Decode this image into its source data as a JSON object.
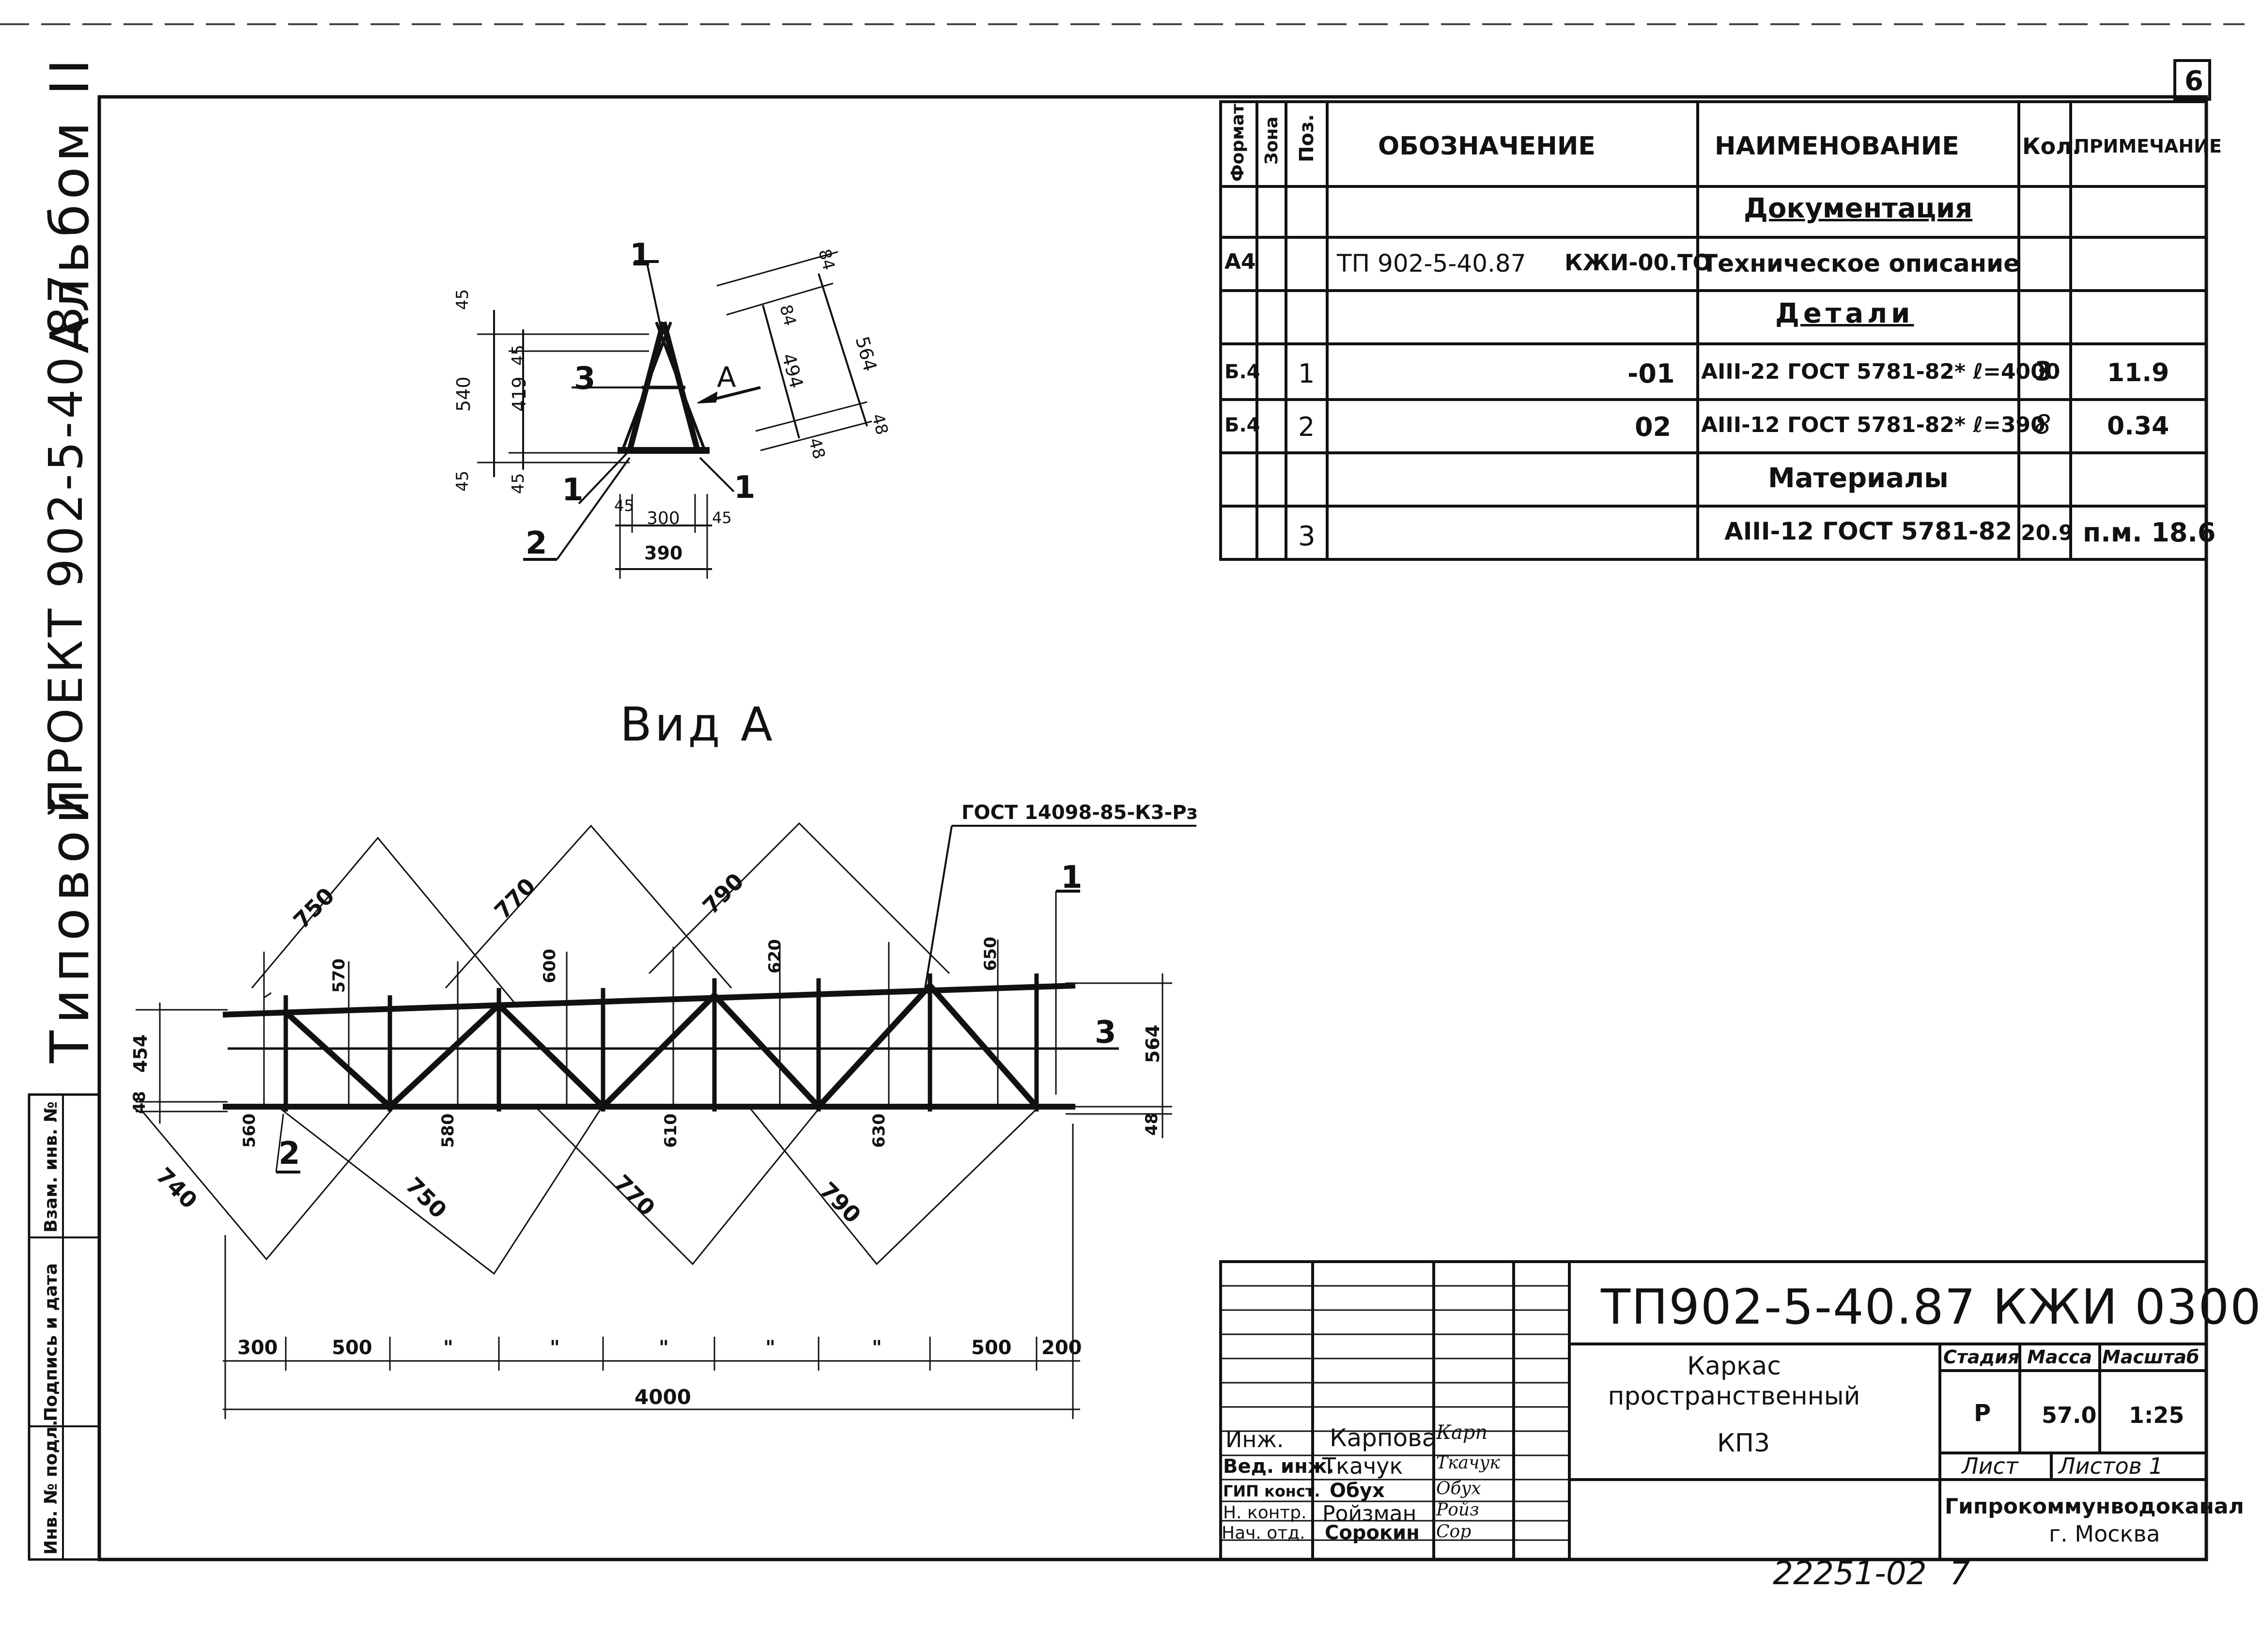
{
  "sheet_corner_number": "6",
  "side_title": {
    "type_label": "Типовой",
    "project": "ПРОЕКТ 902-5-40.87",
    "album": "Альбом II"
  },
  "side_stamp": {
    "inv_no": "Инв. № подл.",
    "sign_date": "Подпись и дата",
    "vzam_inv": "Взам. инв. №"
  },
  "spec": {
    "headers": {
      "format": "Формат",
      "zone": "Зона",
      "pos": "Поз.",
      "designation": "Обозначение",
      "name": "Наименование",
      "qty": "Кол.",
      "note": "Примечание"
    },
    "sections": {
      "documentation": "Документация",
      "details": "Детали",
      "materials": "Материалы"
    },
    "rows": [
      {
        "format": "А4",
        "pos": "",
        "designation_a": "ТП 902-5-40.87",
        "designation_b": "КЖИ-00.ТО",
        "name": "Техническое описание",
        "qty": "",
        "note": ""
      },
      {
        "format": "Б.4",
        "pos": "1",
        "designation_a": "",
        "designation_b": "-01",
        "name": "АIII-22 ГОСТ 5781-82* ℓ=4000",
        "qty": "3",
        "note": "11.9"
      },
      {
        "format": "Б.4",
        "pos": "2",
        "designation_a": "",
        "designation_b": "02",
        "name": "АIII-12 ГОСТ 5781-82* ℓ=390",
        "qty": "8",
        "note": "0.34"
      },
      {
        "format": "",
        "pos": "3",
        "designation_a": "",
        "designation_b": "",
        "name": "АIII-12 ГОСТ 5781-82",
        "qty": "20.9",
        "note": "п.м. 18.6"
      }
    ]
  },
  "section_drawing": {
    "dims_left": [
      "45",
      "540",
      "45",
      "419",
      "45",
      "45"
    ],
    "dims_right": [
      "84",
      "494",
      "84",
      "564",
      "48",
      "48"
    ],
    "dims_bottom": [
      "45",
      "300",
      "45",
      "390"
    ],
    "callouts": [
      "1",
      "3",
      "1",
      "1",
      "2"
    ],
    "view_arrow": "А"
  },
  "view_title": "Вид А",
  "weld_note": "ГОСТ 14098-85-К3-Рз",
  "elevation": {
    "upper_diag": [
      "750",
      "770",
      "790"
    ],
    "upper_vert": [
      "570",
      "600",
      "620",
      "650"
    ],
    "lower_vert": [
      "560",
      "580",
      "610",
      "630"
    ],
    "lower_diag": [
      "740",
      "750",
      "770",
      "790"
    ],
    "left_dims": [
      "454",
      "48"
    ],
    "right_dims": [
      "564",
      "48"
    ],
    "bar_callouts": [
      "1",
      "3",
      "2"
    ],
    "spacing": [
      "300",
      "500",
      "\"",
      "\"",
      "\"",
      "\"",
      "\"",
      "500",
      "200"
    ],
    "overall": "4000"
  },
  "title_block": {
    "code": "ТП902-5-40.87 КЖИ 0300",
    "object_name": "Каркас пространственный",
    "object_mark": "КП3",
    "stage_label": "Стадия",
    "mass_label": "Масса",
    "scale_label": "Масштаб",
    "stage": "Р",
    "mass": "57.0",
    "scale": "1:25",
    "sheet_label": "Лист",
    "sheets_label": "Листов 1",
    "org": "Гипрокоммунводоканал",
    "city": "г. Москва",
    "people": [
      {
        "role": "Инж.",
        "name": "Карпова",
        "sign": "Карп"
      },
      {
        "role": "Вед. инж.",
        "name": "Ткачук",
        "sign": "Ткачук"
      },
      {
        "role": "ГИП конст.",
        "name": "Обух",
        "sign": "Обух"
      },
      {
        "role": "Н. контр.",
        "name": "Ройзман",
        "sign": "Ройз"
      },
      {
        "role": "Нач. отд.",
        "name": "Сорокин",
        "sign": "Сор"
      }
    ]
  },
  "archive_number": "22251-02",
  "archive_sheet": "7"
}
